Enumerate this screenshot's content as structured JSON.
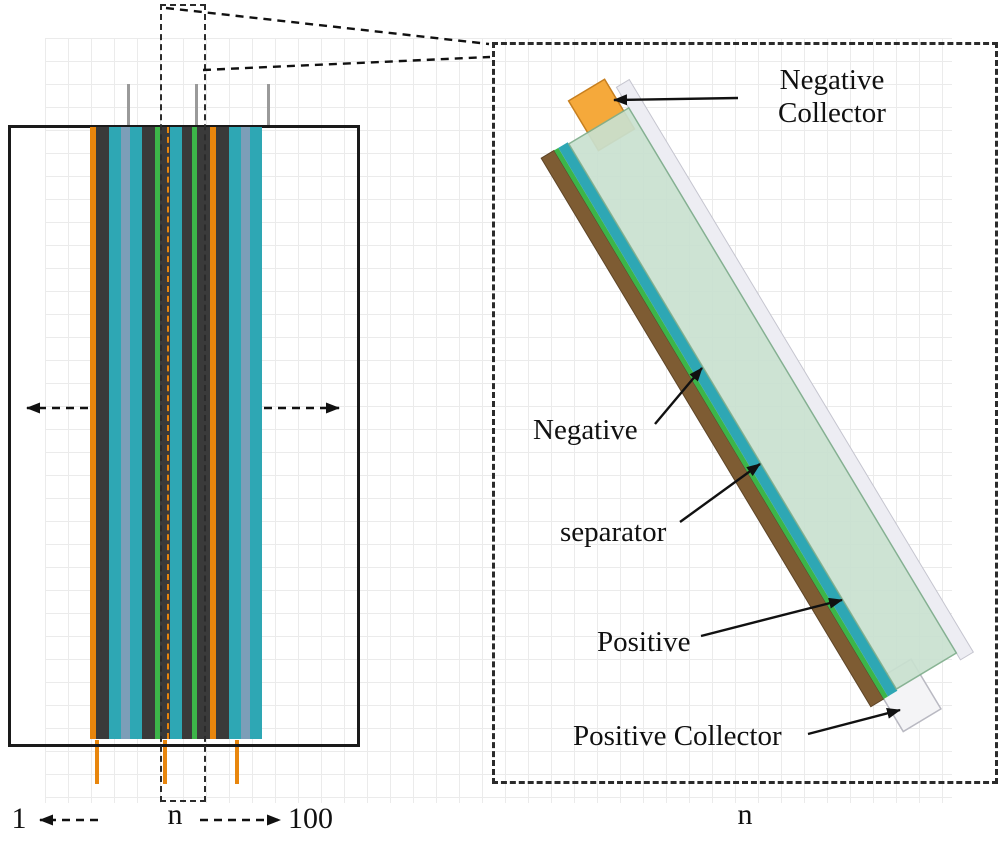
{
  "figure": {
    "description": "Battery electrode stack diagram with zoom-in of the n-th unit cell"
  },
  "left_panel": {
    "labels": {
      "start": "1",
      "middle": "n",
      "end": "100"
    },
    "stripes": [
      {
        "color": "#E8860D",
        "width": 6
      },
      {
        "color": "#3A3A3A",
        "width": 13
      },
      {
        "color": "#2EA7B4",
        "width": 12
      },
      {
        "color": "#7C9EB8",
        "width": 9
      },
      {
        "color": "#2EA7B4",
        "width": 12
      },
      {
        "color": "#3A3A3A",
        "width": 13
      },
      {
        "color": "#3CB549",
        "width": 5
      },
      {
        "color": "#3A3A3A",
        "width": 10
      },
      {
        "color": "#2EA7B4",
        "width": 12
      },
      {
        "color": "#3A3A3A",
        "width": 10
      },
      {
        "color": "#3CB549",
        "width": 5
      },
      {
        "color": "#3A3A3A",
        "width": 13
      },
      {
        "color": "#E8860D",
        "width": 6
      },
      {
        "color": "#3A3A3A",
        "width": 13
      },
      {
        "color": "#2EA7B4",
        "width": 12
      },
      {
        "color": "#7C9EB8",
        "width": 9
      },
      {
        "color": "#2EA7B4",
        "width": 12
      }
    ]
  },
  "right_panel": {
    "labels": {
      "negative_collector": "Negative\nCollector",
      "negative": "Negative",
      "separator": "separator",
      "positive": "Positive",
      "positive_collector": "Positive Collector",
      "index": "n"
    },
    "colors": {
      "brown": "#7E5C33",
      "green": "#3CB549",
      "teal": "#2EA7B4",
      "face": "#C9E1D0",
      "pane": "#EDEDF3",
      "tab_orange": "#F5A93B",
      "tab_white": "#F4F4F6"
    }
  }
}
